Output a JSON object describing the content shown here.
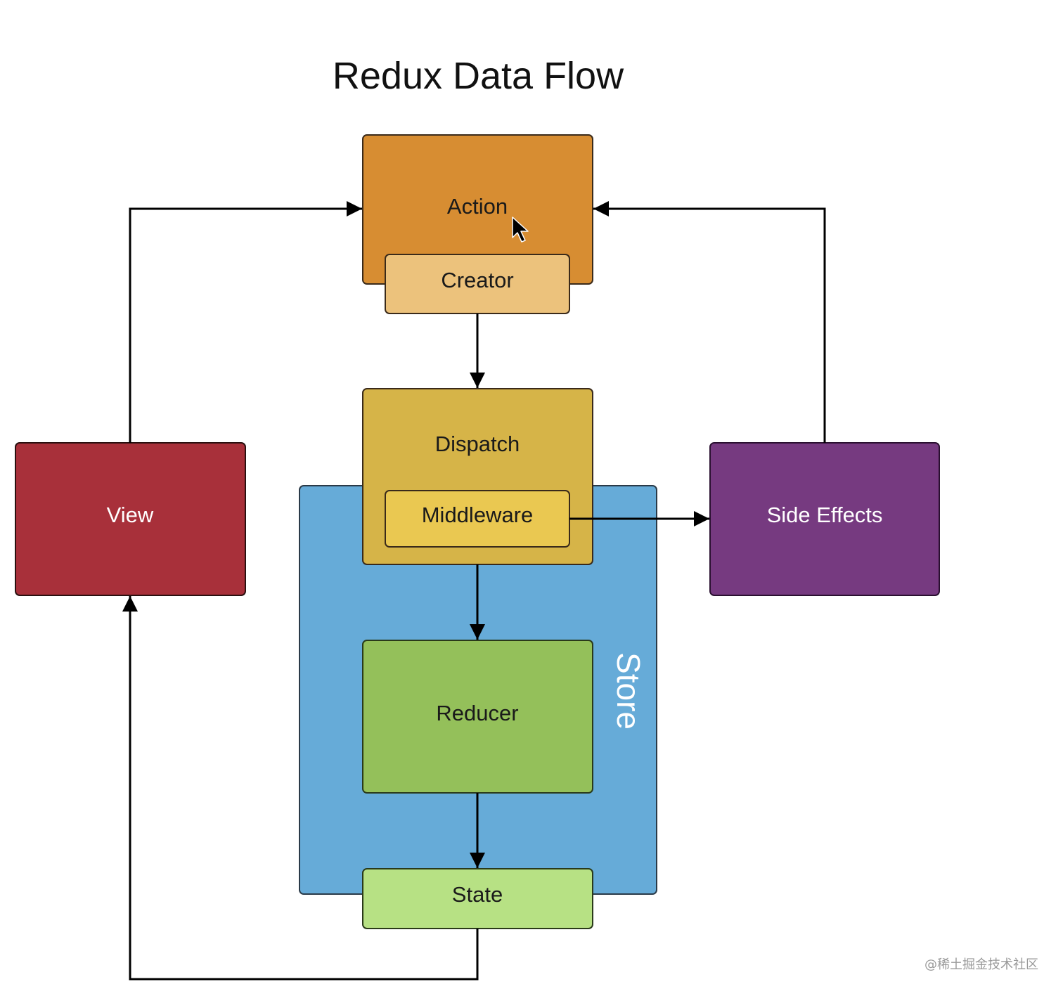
{
  "title": "Redux Data Flow",
  "nodes": {
    "action": {
      "label": "Action",
      "color": "#d78d32"
    },
    "creator": {
      "label": "Creator",
      "color": "#ecc27c"
    },
    "dispatch": {
      "label": "Dispatch",
      "color": "#d6b448"
    },
    "middleware": {
      "label": "Middleware",
      "color": "#eac851"
    },
    "store": {
      "label": "Store",
      "color": "#66abd8"
    },
    "reducer": {
      "label": "Reducer",
      "color": "#94c05a"
    },
    "state": {
      "label": "State",
      "color": "#b7e184"
    },
    "view": {
      "label": "View",
      "color": "#a8303a"
    },
    "side_effects": {
      "label": "Side Effects",
      "color": "#763a80"
    }
  },
  "edges": [
    {
      "from": "Creator",
      "to": "Dispatch"
    },
    {
      "from": "Dispatch",
      "to": "Reducer"
    },
    {
      "from": "Reducer",
      "to": "State"
    },
    {
      "from": "State",
      "to": "View"
    },
    {
      "from": "View",
      "to": "Action"
    },
    {
      "from": "Middleware",
      "to": "Side Effects"
    },
    {
      "from": "Side Effects",
      "to": "Action"
    }
  ],
  "watermark": "@稀土掘金技术社区"
}
